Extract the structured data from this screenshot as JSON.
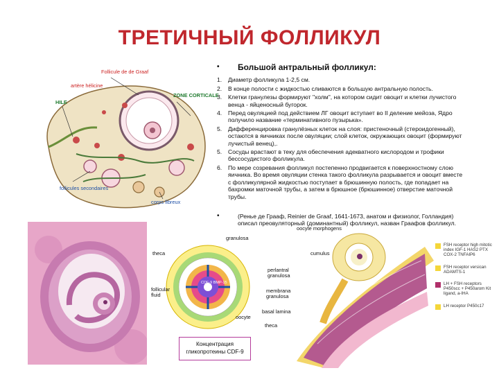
{
  "title": "ТРЕТИЧНЫЙ ФОЛЛИКУЛ",
  "heading": "Большой антральный фолликул:",
  "bullet": "•",
  "items": [
    {
      "num": "1.",
      "text": "Диаметр фолликула 1-2,5 см."
    },
    {
      "num": "2.",
      "text": "В конце полости с жидкостью сливаются в большую антральную полость."
    },
    {
      "num": "3.",
      "text": "Клетки гранулезы формируют \"холм\", на котором сидит овоцит и клетки лучистого венца - яйценосный бугорок."
    },
    {
      "num": "4.",
      "text": "Перед овуляцией под действием ЛГ овоцит вступает во II деление мейоза, Ядро получило название «терминативного пузырька»."
    },
    {
      "num": "5.",
      "text": "Дифференцировка гранулёзных клеток на слоя: пристеночный (стероидогенный), остаются в яичниках после овуляции; слой клеток, окружающих овоцит (формируют лучистый венец),."
    },
    {
      "num": "5.",
      "text": "Сосуды врастают в теку для обеспечения адекватного кислородом и трофики бессосудистого фолликула."
    },
    {
      "num": "6.",
      "text": "По мере созревания фолликул постепенно продвигается к поверхностному слою яичника. Во время овуляции стенка такого фолликула разрывается и овоцит вместе с фолликулярной жидкостью поступает в брюшинную полость, где попадает на бахромки маточной трубы, а затем в брюшное (брюшинное) отверстие маточной трубы."
    }
  ],
  "note": "(Ренье де Грааф, Reinier de Graaf, 1641-1673, анатом и физиолог, Голландия) описал преовуляторный (доминантный) фолликул, назван Граафов фолликул.",
  "fig1_labels": {
    "follicle": "Follicule de de Graaf",
    "artery": "artère hélicine",
    "hile": "HILE",
    "zone": "ZONE CORTICALE",
    "secondary": "follicules secondaires",
    "corpora": "corps fibreux"
  },
  "fig3_labels": {
    "granulosa": "granulosa",
    "theca": "theca",
    "cdf": "CDF-9 BMP-15",
    "fluid": "follicular fluid",
    "oocyte": "oocyte"
  },
  "fig4_labels": {
    "morphogens": "oocyte morphogens",
    "cumulus": "cumulus",
    "perlantral": "perlantral granulosa",
    "membrana": "membrana granulosa",
    "basal": "basal lamina",
    "theca": "theca"
  },
  "caption": "Концентрация гликопротеины CDF-9",
  "legend": [
    {
      "color": "#f4d63a",
      "text": "FSH receptor high mitotic index IGF-1 HAS2 PTX COX-2 TNFAIP6"
    },
    {
      "color": "#f4d63a",
      "text": "FSH receptor versican ADAMTS-1"
    },
    {
      "color": "#b0306a",
      "text": "LH + FSH receptors P450scc + P450arom Kit ligand, a-IHA"
    },
    {
      "color": "#f4d63a",
      "text": "LH receptor P450c17"
    }
  ]
}
